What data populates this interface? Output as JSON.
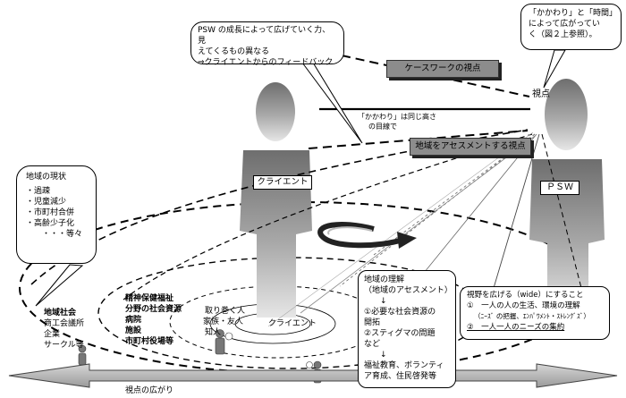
{
  "top_callout": {
    "lines": [
      "PSW の成長によって広げていく力、見",
      "えてくるもの異なる",
      "⇒クライエントからのフィードバック"
    ]
  },
  "top_right_callout": {
    "lines": [
      "「かかわり」と「時間」",
      "によって広がってい",
      "く（図２上参照）。"
    ]
  },
  "casework_label": "ケースワークの視点",
  "viewpoint_label": "視点",
  "same_height_note": [
    "「かかわり」は同じ高さ",
    "の目線で"
  ],
  "assessment_label": "地域をアセスメントする視点",
  "client_label": "クライエント",
  "psw_label": "ＰＳＷ",
  "left_callout": {
    "title": "地域の現状",
    "items": [
      "・過疎",
      "・児童減少",
      "・市町村合併",
      "・高齢少子化",
      "　　・・・等々"
    ]
  },
  "community": {
    "title": "地域社会",
    "items": [
      "商工会議所",
      "企業",
      "サークル等"
    ]
  },
  "resources": {
    "title_lines": [
      "精神保健福祉",
      "分野の社会資源"
    ],
    "items": [
      "病院",
      "施設",
      "市町村役場等"
    ]
  },
  "surroundings": {
    "lines": [
      "取り巻く人",
      "家族・友人",
      "知人"
    ]
  },
  "inner_client_label": "クライエント",
  "understanding_box": {
    "lines": [
      "地域の理解",
      "（地域のアセスメント）",
      "　　↓",
      "①必要な社会資源の",
      "開拓",
      "②スティグマの問題",
      "など",
      "　　↓",
      "福祉教育、ボランティ",
      "ア育成、住民啓発等"
    ]
  },
  "widen_box": {
    "lines": [
      "視野を広げる（wide）にすること",
      "①　一人の人の生活、環境の理解",
      "（ﾆｰｽﾞ の把握、ｴﾝﾊﾟﾜﾒﾝﾄ・ｽﾄﾚﾝｸﾞｽﾞ）",
      "②　一人一人のニーズの集約"
    ]
  },
  "spread_label": "視点の広がり"
}
